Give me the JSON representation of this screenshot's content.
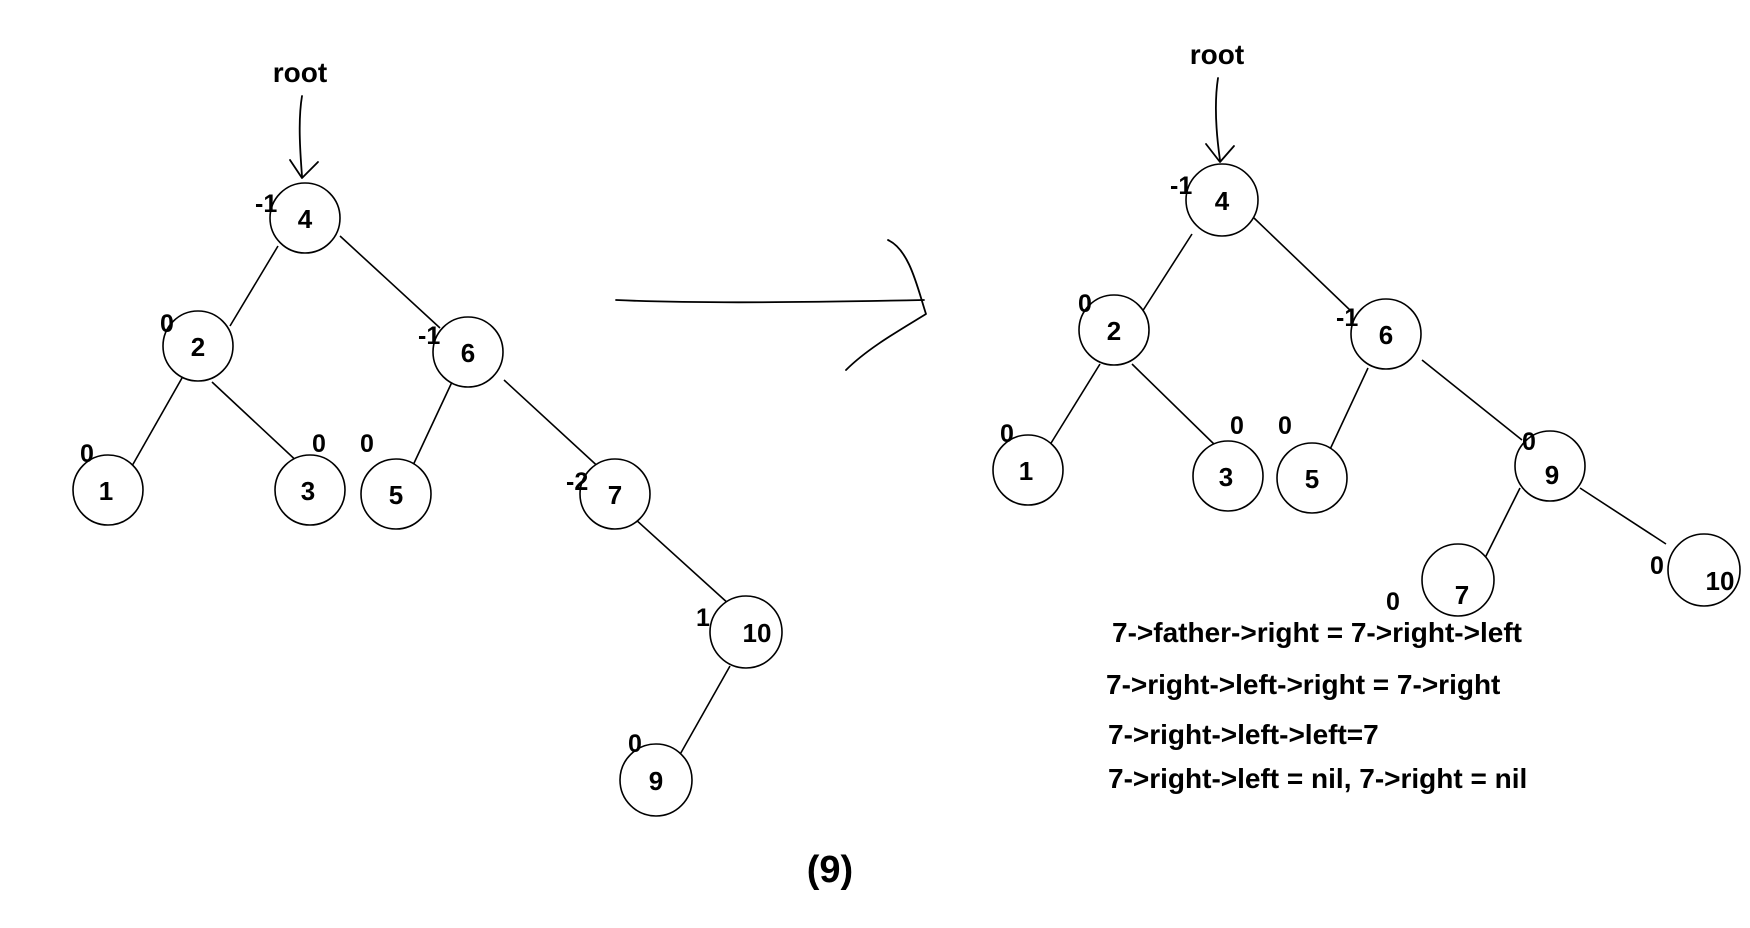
{
  "root_label": "root",
  "caption": "(9)",
  "left_tree": {
    "nodes": [
      {
        "id": "4",
        "label": "4",
        "balance": "-1"
      },
      {
        "id": "2",
        "label": "2",
        "balance": "0"
      },
      {
        "id": "6",
        "label": "6",
        "balance": "-1"
      },
      {
        "id": "1",
        "label": "1",
        "balance": "0"
      },
      {
        "id": "3",
        "label": "3",
        "balance": "0"
      },
      {
        "id": "5",
        "label": "5",
        "balance": "0"
      },
      {
        "id": "7",
        "label": "7",
        "balance": "-2"
      },
      {
        "id": "10",
        "label": "10",
        "balance": "1"
      },
      {
        "id": "9",
        "label": "9",
        "balance": "0"
      }
    ]
  },
  "right_tree": {
    "nodes": [
      {
        "id": "4",
        "label": "4",
        "balance": "-1"
      },
      {
        "id": "2",
        "label": "2",
        "balance": "0"
      },
      {
        "id": "6",
        "label": "6",
        "balance": "-1"
      },
      {
        "id": "1",
        "label": "1",
        "balance": "0"
      },
      {
        "id": "3",
        "label": "3",
        "balance": "0"
      },
      {
        "id": "5",
        "label": "5",
        "balance": "0"
      },
      {
        "id": "9",
        "label": "9",
        "balance": "0"
      },
      {
        "id": "7",
        "label": "7",
        "balance": "0"
      },
      {
        "id": "10",
        "label": "10",
        "balance": "0"
      }
    ]
  },
  "steps": [
    "7->father->right = 7->right->left",
    "7->right->left->right = 7->right",
    "7->right->left->left=7",
    "7->right->left = nil, 7->right = nil"
  ]
}
